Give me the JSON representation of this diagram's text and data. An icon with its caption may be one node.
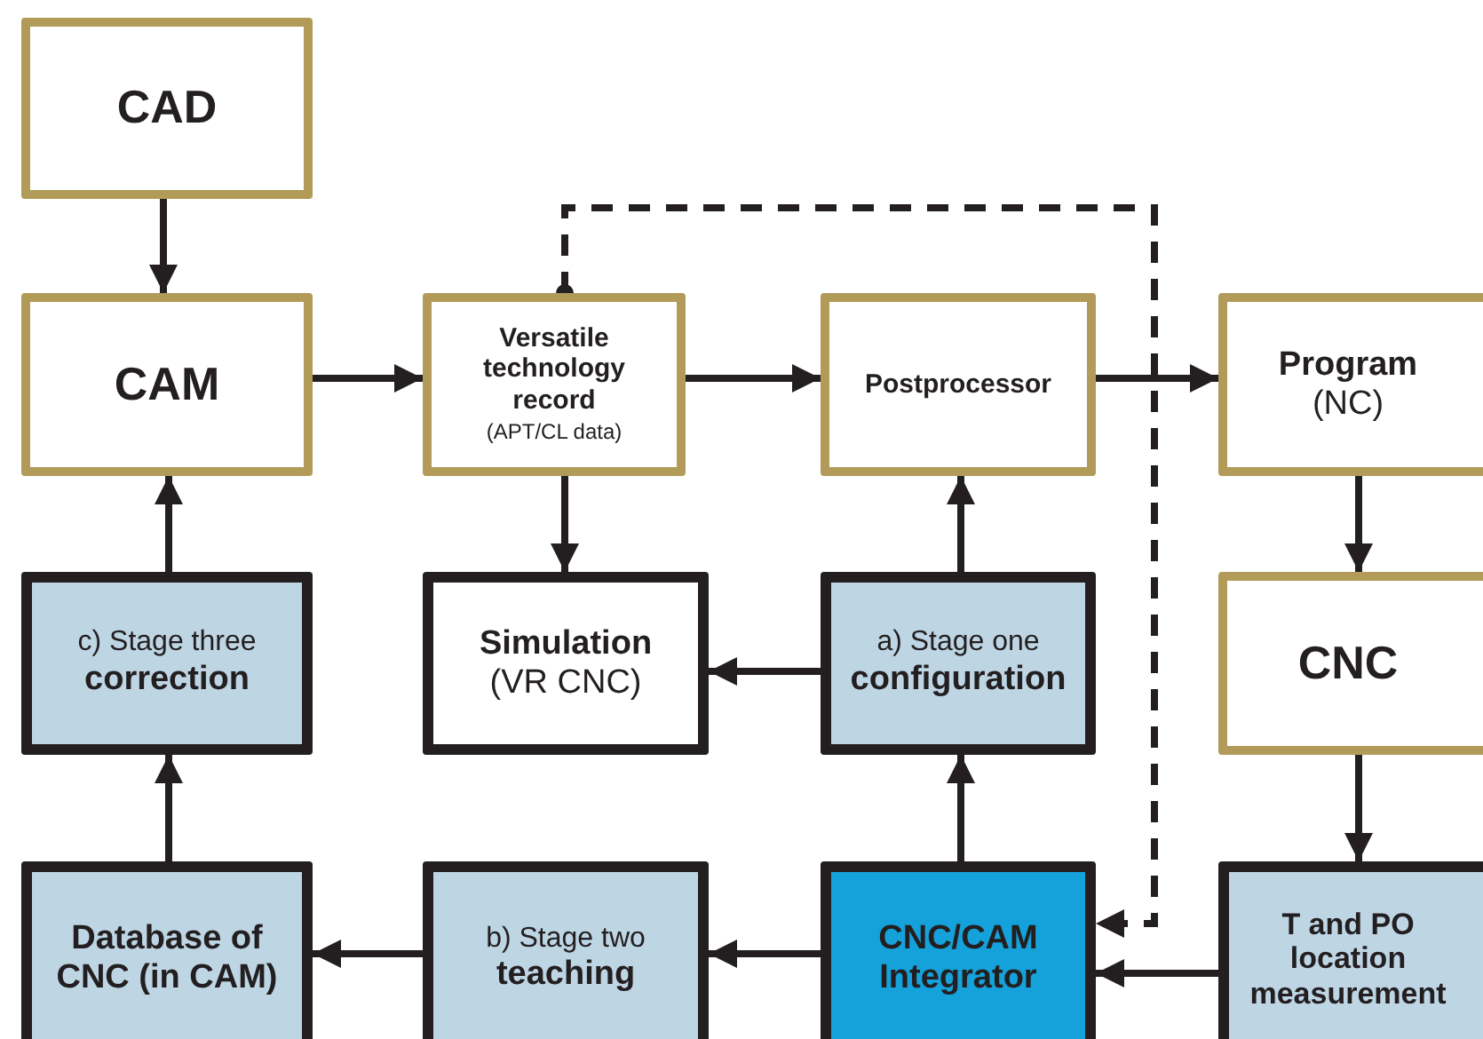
{
  "diagram": {
    "nodes": [
      {
        "text": [
          "CAD"
        ]
      },
      {
        "text": [
          "CAM"
        ]
      },
      {
        "text": [
          "Versatile technology record",
          "(APT/CL data)"
        ]
      },
      {
        "text": [
          "Postprocessor"
        ]
      },
      {
        "text": [
          "Program",
          "(NC)"
        ]
      },
      {
        "text": [
          "c) Stage three",
          "correction"
        ]
      },
      {
        "text": [
          "Simulation",
          "(VR CNC)"
        ]
      },
      {
        "text": [
          "a) Stage one",
          "configuration"
        ]
      },
      {
        "text": [
          "CNC"
        ]
      },
      {
        "text": [
          "Database of CNC (in CAM)"
        ]
      },
      {
        "text": [
          "b) Stage two",
          "teaching"
        ]
      },
      {
        "text": [
          "CNC/CAM Integrator"
        ]
      },
      {
        "text": [
          "T and PO location measurement"
        ]
      }
    ],
    "edges": [
      {
        "from": 0,
        "to": 1,
        "arrow": "to"
      },
      {
        "from": 1,
        "to": 2,
        "arrow": "to"
      },
      {
        "from": 2,
        "to": 3,
        "arrow": "to"
      },
      {
        "from": 3,
        "to": 4,
        "arrow": "to"
      },
      {
        "from": 4,
        "to": 8,
        "arrow": "to"
      },
      {
        "from": 8,
        "to": 12,
        "arrow": "to"
      },
      {
        "from": 12,
        "to": 11,
        "arrow": "to"
      },
      {
        "from": 11,
        "to": 7,
        "arrow": "to"
      },
      {
        "from": 7,
        "to": 3,
        "arrow": "to"
      },
      {
        "from": 7,
        "to": 6,
        "arrow": "to"
      },
      {
        "from": 2,
        "to": 6,
        "arrow": "to"
      },
      {
        "from": 11,
        "to": 10,
        "arrow": "to"
      },
      {
        "from": 10,
        "to": 9,
        "arrow": "to"
      },
      {
        "from": 9,
        "to": 5,
        "arrow": "to"
      },
      {
        "from": 5,
        "to": 1,
        "arrow": "to"
      },
      {
        "from": 2,
        "to": 11,
        "arrow": "to",
        "style": "dashed"
      }
    ]
  }
}
